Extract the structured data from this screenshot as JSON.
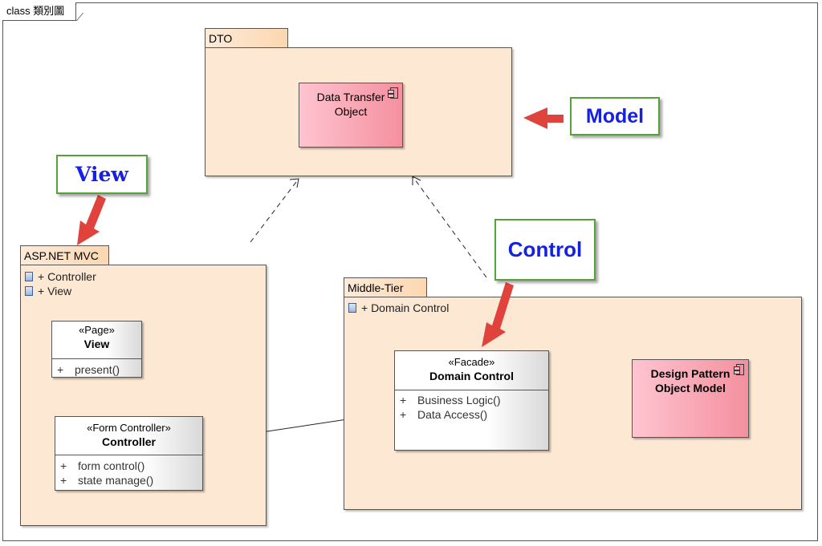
{
  "diagram": {
    "frame_label": "class 類別圖",
    "packages": {
      "dto": {
        "name": "DTO"
      },
      "aspnet": {
        "name": "ASP.NET MVC",
        "items": [
          "+ Controller",
          "+ View"
        ]
      },
      "middle": {
        "name": "Middle-Tier",
        "items": [
          "+ Domain Control"
        ]
      }
    },
    "components": {
      "dto_object": {
        "line1": "Data Transfer",
        "line2": "Object"
      },
      "design_pattern": {
        "line1": "Design Pattern",
        "line2": "Object Model"
      }
    },
    "classes": {
      "view": {
        "stereotype": "«Page»",
        "name": "View",
        "ops": [
          {
            "vis": "+",
            "name": "present()"
          }
        ]
      },
      "controller": {
        "stereotype": "«Form Controller»",
        "name": "Controller",
        "ops": [
          {
            "vis": "+",
            "name": "form control()"
          },
          {
            "vis": "+",
            "name": "state manage()"
          }
        ]
      },
      "domain": {
        "stereotype": "«Facade»",
        "name": "Domain Control",
        "ops": [
          {
            "vis": "+",
            "name": "Business Logic()"
          },
          {
            "vis": "+",
            "name": "Data Access()"
          }
        ]
      }
    },
    "callouts": {
      "model": "Model",
      "view": "View",
      "control": "Control"
    },
    "colors": {
      "package_fill": "#fde8d4",
      "component_fill": "#f4909f",
      "callout_border": "#55a236",
      "callout_text": "#1520e0",
      "arrow": "#e0423c"
    }
  }
}
